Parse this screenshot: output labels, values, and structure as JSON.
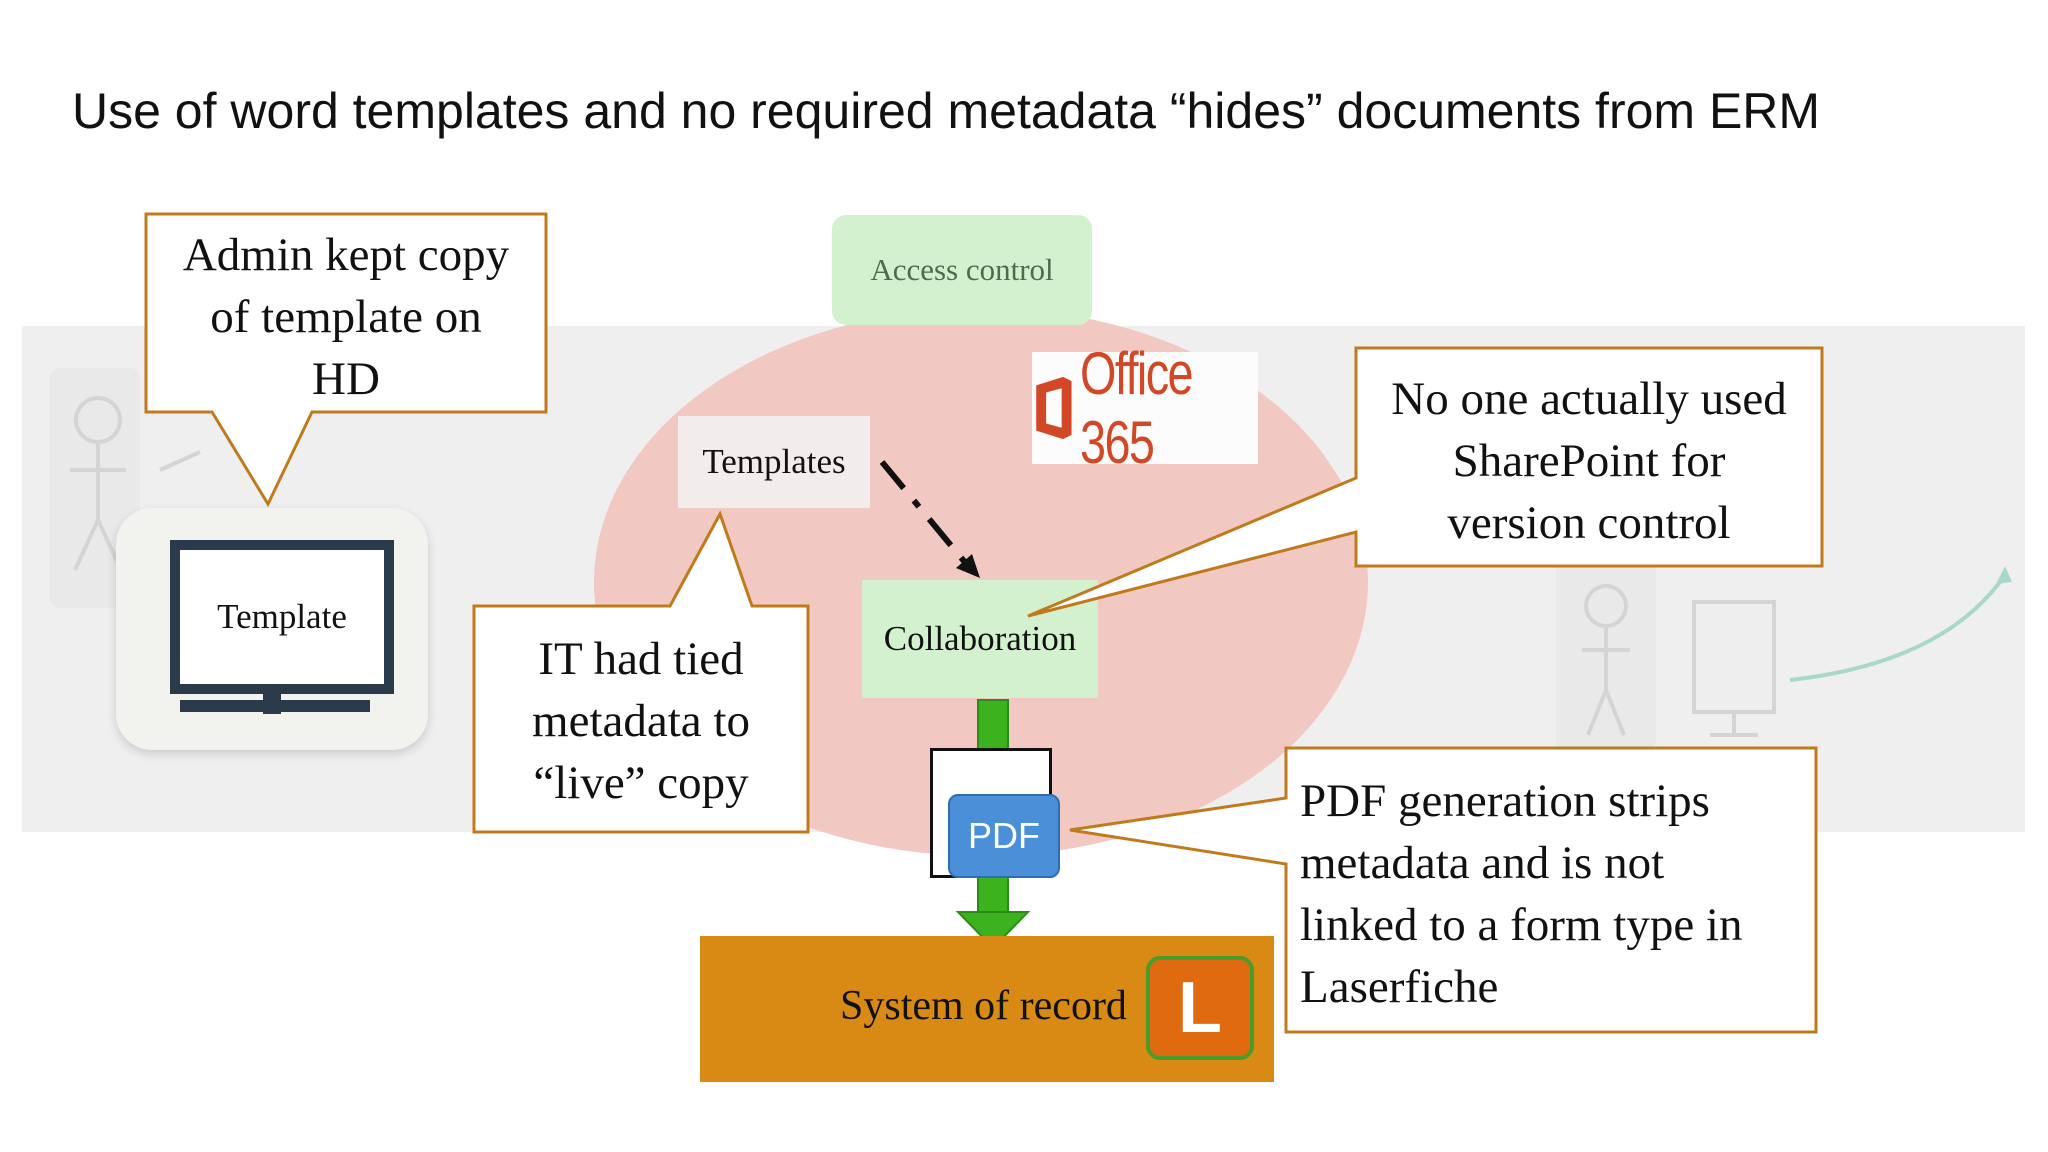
{
  "slide": {
    "title": "Use of word templates and no required metadata “hides” documents from ERM"
  },
  "diagram": {
    "access_control": "Access control",
    "office_logo": "Office 365",
    "templates": "Templates",
    "collaboration": "Collaboration",
    "pdf": "PDF",
    "system_of_record": "System of record",
    "laserfiche_letter": "L",
    "template_monitor": "Template"
  },
  "callouts": {
    "admin": [
      "Admin kept copy",
      "of template on",
      "HD"
    ],
    "it": [
      "IT had tied",
      "metadata to",
      "“live” copy"
    ],
    "sharepoint": [
      "No one actually used",
      "SharePoint for",
      "version control"
    ],
    "pdf_gen": [
      "PDF generation strips",
      "metadata and is not",
      "linked to a form type in",
      "Laserfiche"
    ]
  },
  "colors": {
    "callout_border": "#c07a1c",
    "green_box": "#d3f1cf",
    "pink_ellipse": "#f2c9c2",
    "green_arrow": "#3cb31e",
    "orange_bar": "#d88a14"
  }
}
